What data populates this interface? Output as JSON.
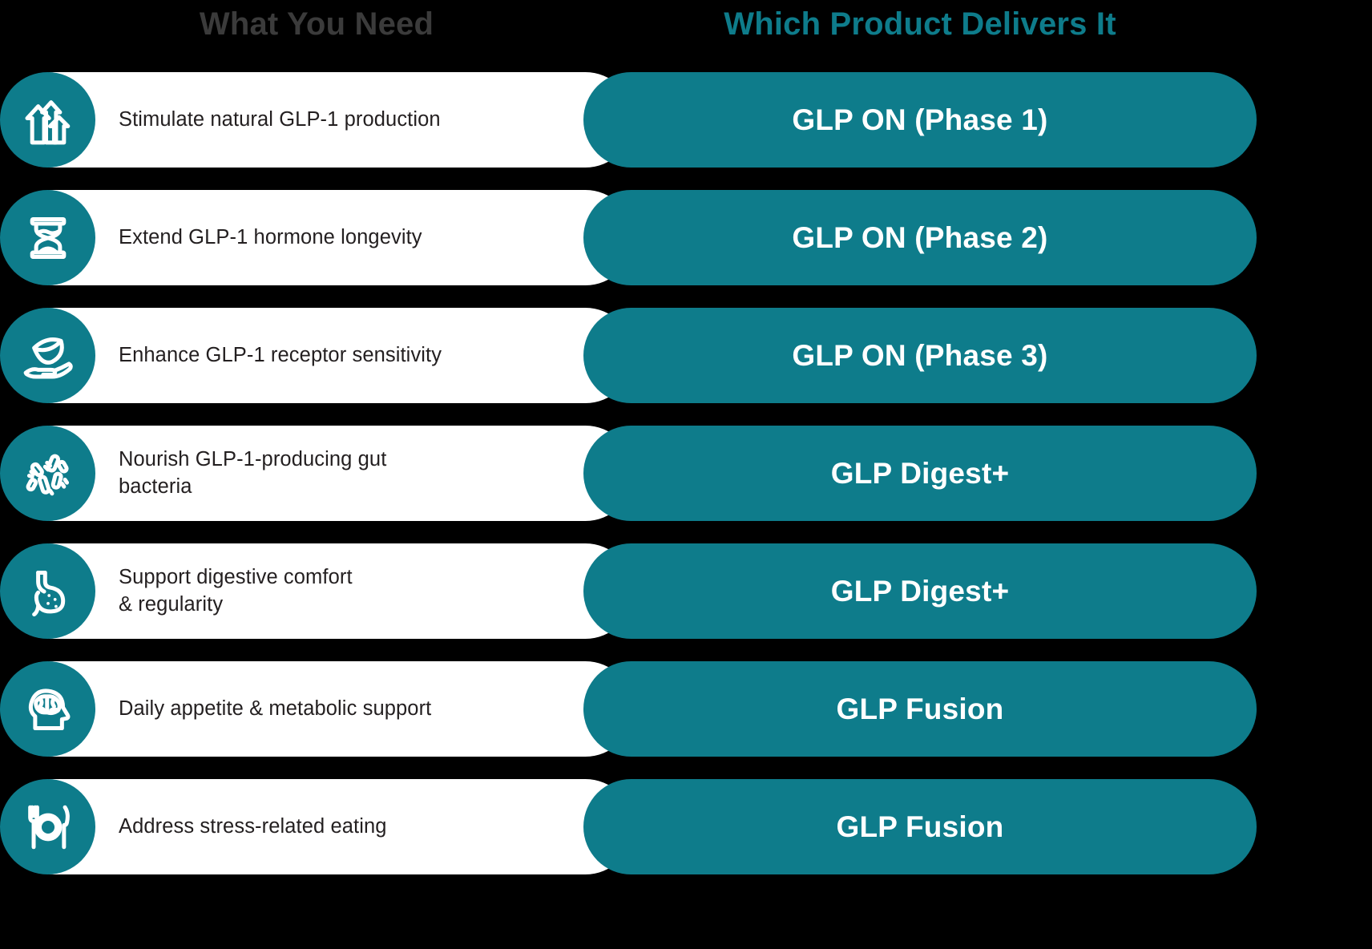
{
  "colors": {
    "background": "#000000",
    "teal": "#0e7c8b",
    "pill_white": "#ffffff",
    "need_text": "#231f20",
    "header_left": "#3b3b3b"
  },
  "headers": {
    "left": "What You Need",
    "right": "Which Product Delivers It"
  },
  "rows": [
    {
      "icon": "growth-arrows-icon",
      "need_line1": "Stimulate natural GLP-1 production",
      "need_line2": "",
      "product": "GLP ON (Phase 1)"
    },
    {
      "icon": "hourglass-icon",
      "need_line1": "Extend GLP-1 hormone longevity",
      "need_line2": "",
      "product": "GLP ON (Phase 2)"
    },
    {
      "icon": "leaf-in-hand-icon",
      "need_line1": "Enhance GLP-1 receptor sensitivity",
      "need_line2": "",
      "product": "GLP ON (Phase 3)"
    },
    {
      "icon": "gut-bacteria-icon",
      "need_line1": "Nourish GLP-1-producing gut",
      "need_line2": "bacteria",
      "product": "GLP Digest+"
    },
    {
      "icon": "stomach-icon",
      "need_line1": "Support digestive comfort",
      "need_line2": "& regularity",
      "product": "GLP Digest+"
    },
    {
      "icon": "head-brain-icon",
      "need_line1": "Daily appetite & metabolic support",
      "need_line2": "",
      "product": "GLP Fusion"
    },
    {
      "icon": "plate-fork-knife-icon",
      "need_line1": "Address stress-related eating",
      "need_line2": "",
      "product": "GLP Fusion"
    }
  ]
}
